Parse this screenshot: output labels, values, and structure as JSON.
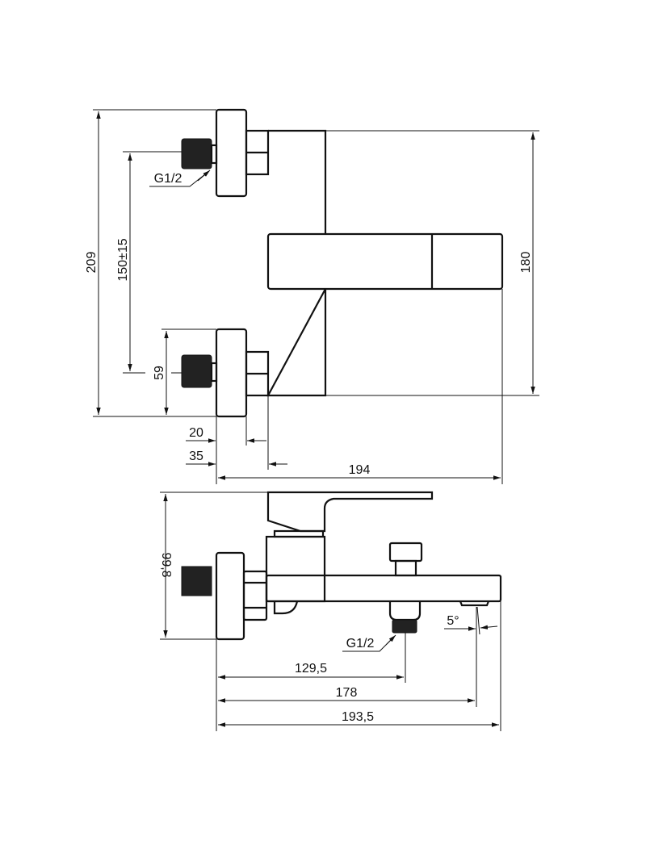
{
  "title": "Bath mixer dimension drawing",
  "top_view": {
    "dim_total_height": "209",
    "dim_inlet_spacing": "150±15",
    "dim_flange_height": "59",
    "dim_body_height": "180",
    "dim_flange_depth": "20",
    "dim_wall_to_body": "35",
    "dim_total_depth": "194",
    "thread_label": "G1/2"
  },
  "side_view": {
    "dim_height": "99,8",
    "dim_angle": "5°",
    "thread_label": "G1/2",
    "dim_outlet": "129,5",
    "dim_spout_outlet": "178",
    "dim_total_length": "193,5"
  },
  "colors": {
    "line": "#111111",
    "background": "#ffffff"
  }
}
